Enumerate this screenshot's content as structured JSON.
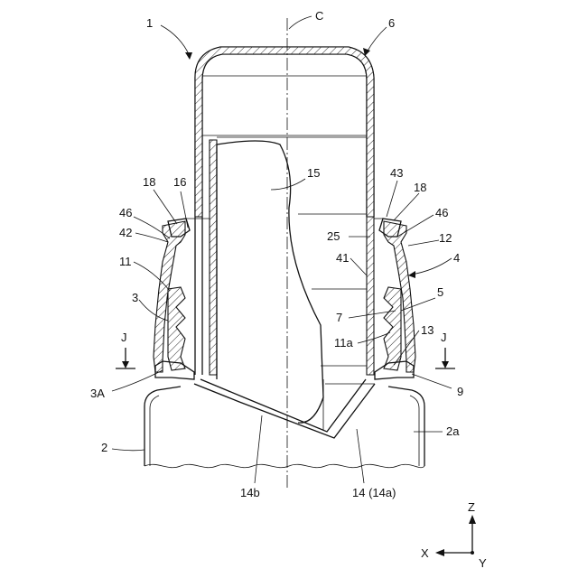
{
  "labels": {
    "l1": "1",
    "lC": "C",
    "l6": "6",
    "l15": "15",
    "l18L": "18",
    "l16": "16",
    "l46L": "46",
    "l42": "42",
    "l11": "11",
    "l3": "3",
    "lJL": "J",
    "l3A": "3A",
    "l2": "2",
    "l14b": "14b",
    "l14": "14 (14a)",
    "l43": "43",
    "l18R": "18",
    "l46R": "46",
    "l25": "25",
    "l12": "12",
    "l41": "41",
    "l4": "4",
    "l5": "5",
    "l7": "7",
    "l11a": "11a",
    "l13": "13",
    "lJR": "J",
    "l9": "9",
    "l2a": "2a"
  },
  "axes": {
    "z": "Z",
    "x": "X",
    "y": "Y"
  }
}
